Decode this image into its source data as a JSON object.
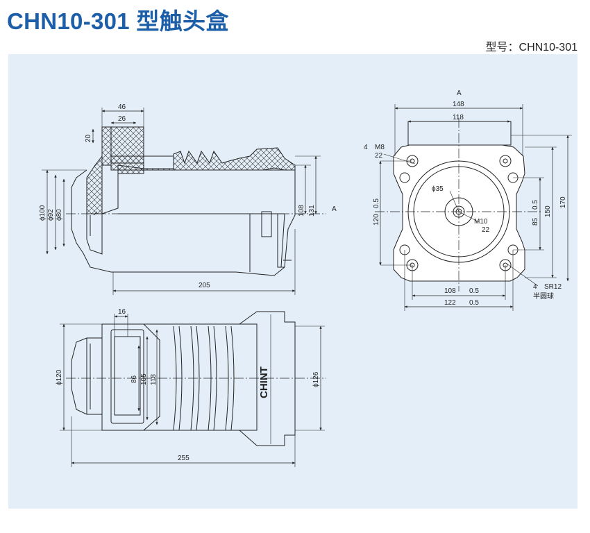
{
  "header": {
    "title": "CHN10-301 型触头盒",
    "model_label": "型号：",
    "model_value": "CHN10-301"
  },
  "side_view": {
    "dims": {
      "top_width": "46",
      "inner_width": "26",
      "flange_height": "20",
      "dia_100": "ϕ100",
      "dia_92": "ϕ92",
      "dia_80": "ϕ80",
      "height_108": "108",
      "height_131": "131",
      "length": "205"
    },
    "section_marker": "A"
  },
  "end_view": {
    "section_marker": "A",
    "dims": {
      "outer_width": "148",
      "inner_width": "118",
      "hole_count": "4",
      "hole_thread": "M8",
      "hole_depth": "22",
      "bore_dia": "ϕ35",
      "center_thread": "M10",
      "center_depth": "22",
      "left_height": "120",
      "left_tol": "0.5",
      "right_85": "85",
      "right_tol": "0.5",
      "right_150": "150",
      "right_170": "170",
      "bottom_108": "108",
      "bottom_108_tol": "0.5",
      "bottom_122": "122",
      "bottom_122_tol": "0.5",
      "sphere_count": "4",
      "sphere_radius": "SR12",
      "sphere_note": "半圆球"
    }
  },
  "top_view": {
    "brand": "CHINT",
    "dims": {
      "slot_width": "16",
      "dia_120": "ϕ120",
      "dim_86": "86",
      "dim_105": "105",
      "dim_118": "118",
      "dia_126": "ϕ126",
      "length": "255"
    }
  }
}
